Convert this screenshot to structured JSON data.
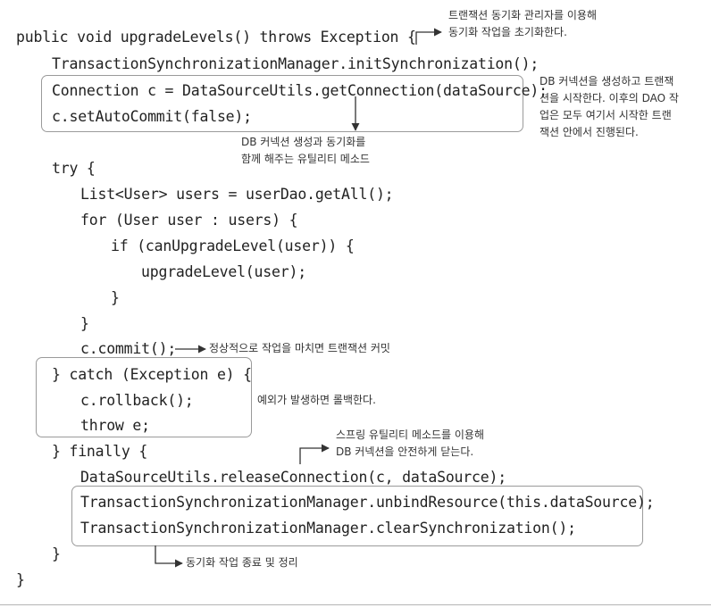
{
  "code_lines": [
    "public void upgradeLevels() throws Exception {",
    "TransactionSynchronizationManager.initSynchronization();",
    "Connection c = DataSourceUtils.getConnection(dataSource);",
    "c.setAutoCommit(false);",
    "try {",
    "List<User> users = userDao.getAll();",
    "for (User user : users) {",
    "if (canUpgradeLevel(user)) {",
    "upgradeLevel(user);",
    "}",
    "}",
    "c.commit();",
    "} catch (Exception e) {",
    "c.rollback();",
    "throw e;",
    "} finally {",
    "DataSourceUtils.releaseConnection(c, dataSource);",
    "TransactionSynchronizationManager.unbindResource(this.dataSource);",
    "TransactionSynchronizationManager.clearSynchronization();",
    "}",
    "}"
  ],
  "annotations": {
    "init_sync_note": "트랜잭션 동기화 관리자를 이용해\n동기화 작업을 초기화한다.",
    "connection_block_note": "DB 커넥션을 생성하고 트랜잭\n션을 시작한다. 이후의 DAO 작\n업은 모두 여기서 시작한 트랜\n잭션 안에서 진행된다.",
    "get_connection_note": "DB 커넥션 생성과 동기화를\n함께 해주는 유틸리티 메소드",
    "commit_note": "정상적으로 작업을 마치면 트랜잭션 커밋",
    "rollback_note": "예외가 발생하면 롤백한다.",
    "release_note": "스프링 유틸리티 메소드를 이용해\nDB 커넥션을 안전하게 닫는다.",
    "cleanup_note": "동기화 작업 종료 및 정리"
  },
  "colors": {
    "code_text": "#222222",
    "note_text": "#333333",
    "box_border": "#9a9a9a",
    "arrow": "#333333"
  }
}
